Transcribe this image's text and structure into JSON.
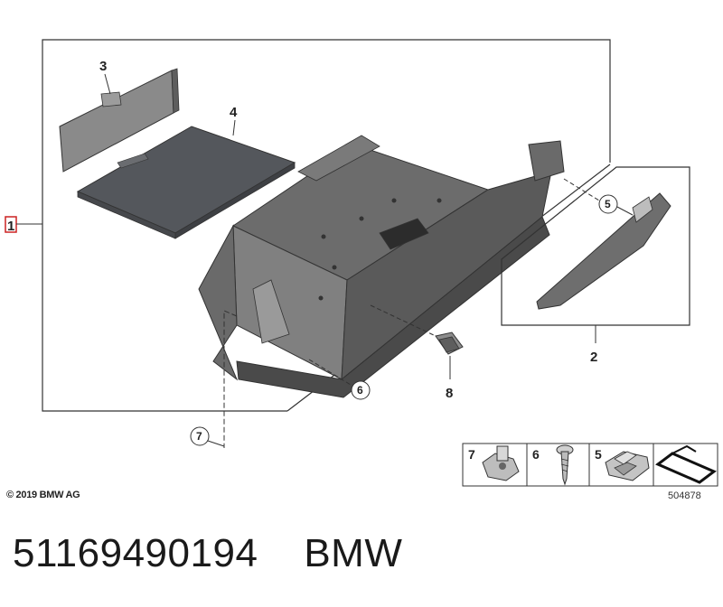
{
  "diagram": {
    "callouts": {
      "c1": "1",
      "c2": "2",
      "c3": "3",
      "c4": "4",
      "c5": "5",
      "c6": "6",
      "c7": "7",
      "c8": "8"
    },
    "parts_strip": {
      "items": [
        {
          "number": "7"
        },
        {
          "number": "6"
        },
        {
          "number": "5"
        }
      ]
    },
    "reference_number": "504878",
    "copyright": "© 2019 BMW AG"
  },
  "footer": {
    "part_number": "51169490194",
    "brand": "BMW"
  },
  "colors": {
    "line": "#333333",
    "part_dark": "#5a5a5a",
    "part_mid": "#7a7a7a",
    "part_light": "#9a9a9a",
    "highlight_box": "#cc2222"
  }
}
